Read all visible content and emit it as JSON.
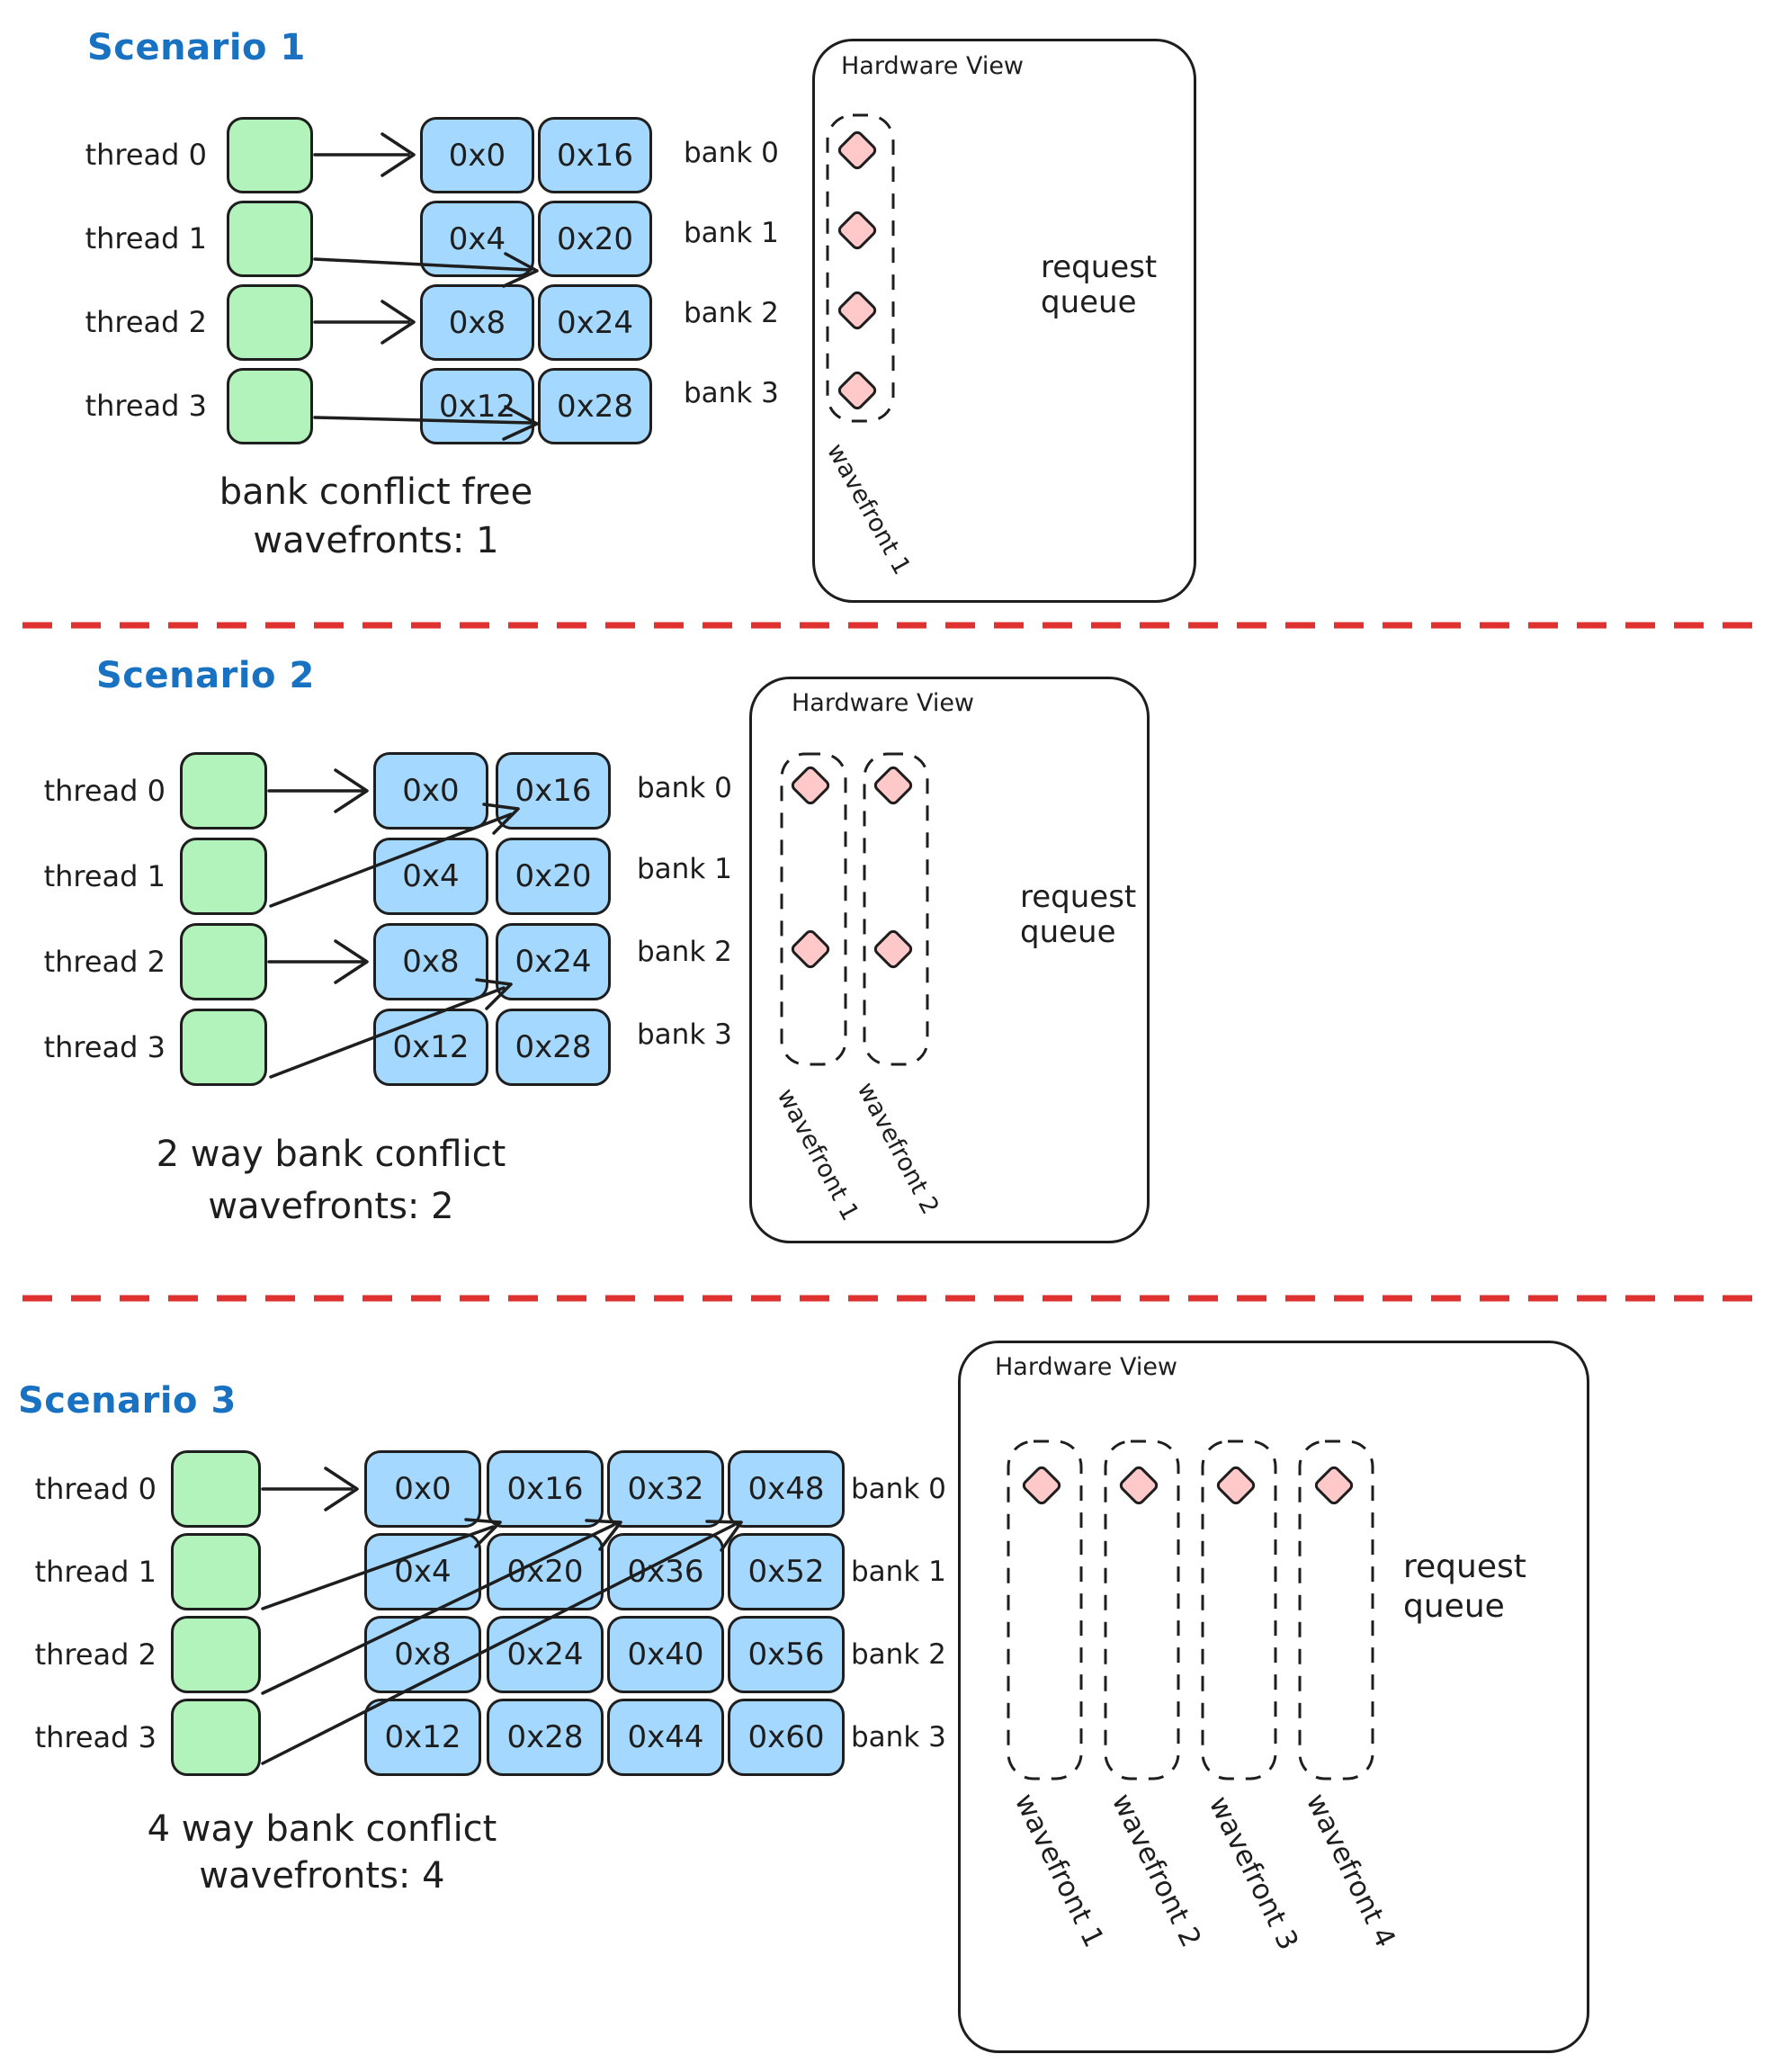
{
  "palette": {
    "thread_box_fill": "#b2f2bb",
    "memory_box_fill": "#a5d8ff",
    "diamond_fill": "#ffc9c9",
    "stroke": "#1e1e1e",
    "separator_red": "#e03131",
    "title_blue": "#1971c2"
  },
  "scenarios": [
    {
      "title": "Scenario 1",
      "threads": [
        "thread 0",
        "thread 1",
        "thread 2",
        "thread 3"
      ],
      "banks": [
        "bank 0",
        "bank 1",
        "bank 2",
        "bank 3"
      ],
      "grid": [
        [
          "0x0",
          "0x16"
        ],
        [
          "0x4",
          "0x20"
        ],
        [
          "0x8",
          "0x24"
        ],
        [
          "0x12",
          "0x28"
        ]
      ],
      "caption_line1": "bank conflict free",
      "caption_line2": "wavefronts: 1",
      "hardware_view": {
        "label": "Hardware View",
        "request_queue": "request\nqueue",
        "wavefronts": [
          "wavefront 1"
        ]
      }
    },
    {
      "title": "Scenario 2",
      "threads": [
        "thread 0",
        "thread 1",
        "thread 2",
        "thread 3"
      ],
      "banks": [
        "bank 0",
        "bank 1",
        "bank 2",
        "bank 3"
      ],
      "grid": [
        [
          "0x0",
          "0x16"
        ],
        [
          "0x4",
          "0x20"
        ],
        [
          "0x8",
          "0x24"
        ],
        [
          "0x12",
          "0x28"
        ]
      ],
      "caption_line1": "2 way bank conflict",
      "caption_line2": "wavefronts: 2",
      "hardware_view": {
        "label": "Hardware View",
        "request_queue": "request\nqueue",
        "wavefronts": [
          "wavefront 1",
          "wavefront 2"
        ]
      }
    },
    {
      "title": "Scenario 3",
      "threads": [
        "thread 0",
        "thread 1",
        "thread 2",
        "thread 3"
      ],
      "banks": [
        "bank 0",
        "bank 1",
        "bank 2",
        "bank 3"
      ],
      "grid": [
        [
          "0x0",
          "0x16",
          "0x32",
          "0x48"
        ],
        [
          "0x4",
          "0x20",
          "0x36",
          "0x52"
        ],
        [
          "0x8",
          "0x24",
          "0x40",
          "0x56"
        ],
        [
          "0x12",
          "0x28",
          "0x44",
          "0x60"
        ]
      ],
      "caption_line1": "4 way bank conflict",
      "caption_line2": "wavefronts: 4",
      "hardware_view": {
        "label": "Hardware View",
        "request_queue": "request\nqueue",
        "wavefronts": [
          "wavefront 1",
          "wavefront 2",
          "wavefront 3",
          "wavefront 4"
        ]
      }
    }
  ]
}
